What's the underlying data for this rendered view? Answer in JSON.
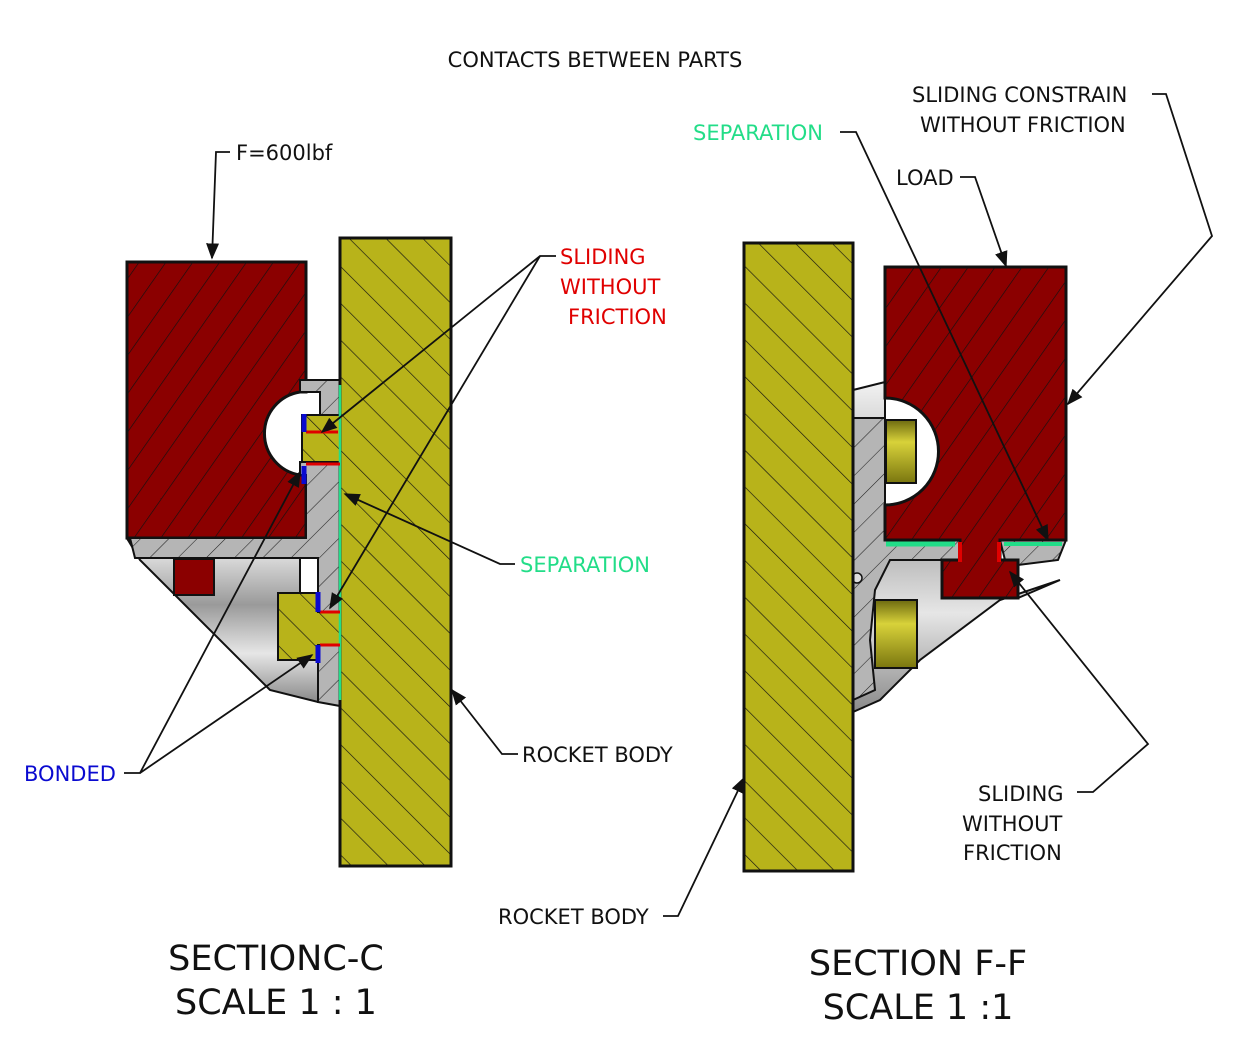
{
  "title": "CONTACTS BETWEEN PARTS",
  "colors": {
    "part_red": "#8b0000",
    "part_yellow": "#b8b31a",
    "part_gray": "#b5b5b5",
    "sliding": "#e00000",
    "bonded": "#0a0ad0",
    "separation": "#22dd88"
  },
  "section_c": {
    "title": "SECTIONC-C",
    "scale": "SCALE 1 : 1",
    "labels": {
      "force": "F=600lbf",
      "sliding_line1": "SLIDING",
      "sliding_line2": "WITHOUT",
      "sliding_line3": "FRICTION",
      "separation": "SEPARATION",
      "bonded": "BONDED",
      "rocket_body": "ROCKET BODY"
    }
  },
  "section_f": {
    "title": "SECTION F-F",
    "scale": "SCALE 1 :1",
    "labels": {
      "separation": "SEPARATION",
      "load": "LOAD",
      "constraint_line1": "SLIDING CONSTRAIN",
      "constraint_line2": "WITHOUT FRICTION",
      "sliding_line1": "SLIDING",
      "sliding_line2": "WITHOUT",
      "sliding_line3": "FRICTION",
      "rocket_body": "ROCKET BODY"
    }
  }
}
